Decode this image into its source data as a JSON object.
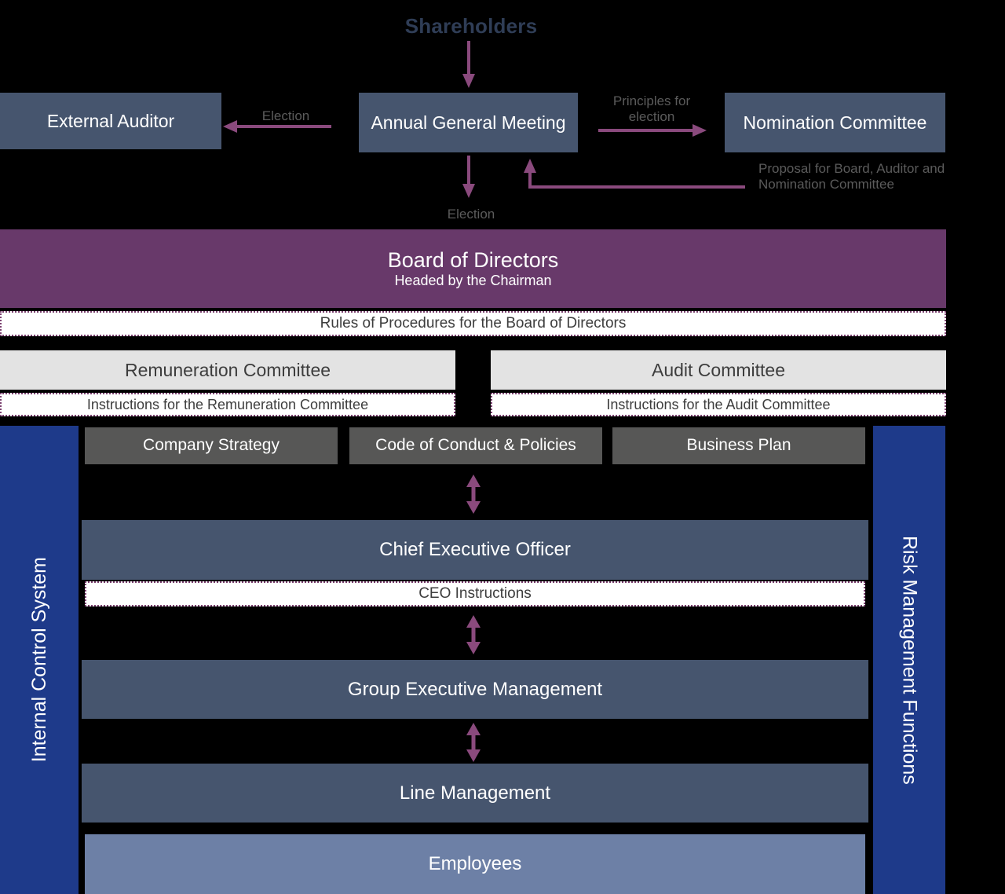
{
  "diagram": {
    "title": "Corporate Governance Structure",
    "colors": {
      "navy": "#46556e",
      "purple": "#68396a",
      "grey": "#575756",
      "light_grey": "#e3e3e3",
      "steel_blue": "#6d80a6",
      "blue_bar": "#1e3a8a",
      "arrow": "#8a4a7d",
      "label_text": "#5b5b5b",
      "background": "#000000"
    }
  },
  "top": {
    "shareholders": "Shareholders",
    "external_auditor": "External Auditor",
    "annual_general_meeting": "Annual General Meeting",
    "nomination_committee": "Nomination Committee",
    "label_election_left": "Election",
    "label_principles": "Principles for election",
    "label_election_down": "Election",
    "label_proposal": "Proposal for Board, Auditor and Nomination Committee"
  },
  "board": {
    "title": "Board of Directors",
    "subtitle": "Headed by the Chairman",
    "rules": "Rules of Procedures for the Board of Directors"
  },
  "committees": {
    "remuneration": {
      "name": "Remuneration Committee",
      "instructions": "Instructions for the Remuneration Committee"
    },
    "audit": {
      "name": "Audit Committee",
      "instructions": "Instructions for the Audit Committee"
    }
  },
  "policy_boxes": [
    "Company Strategy",
    "Code of Conduct & Policies",
    "Business Plan"
  ],
  "management": {
    "ceo": "Chief Executive Officer",
    "ceo_instructions": "CEO Instructions",
    "group_executive_management": "Group Executive Management",
    "line_management": "Line Management",
    "employees": "Employees"
  },
  "side_bars": {
    "left": "Internal Control System",
    "right": "Risk Management Functions"
  }
}
